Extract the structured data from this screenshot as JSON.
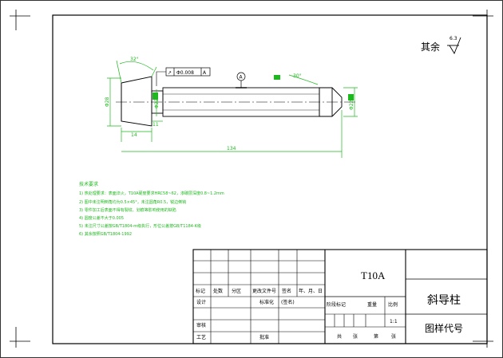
{
  "surface_finish": {
    "label": "其余",
    "value": "6.3"
  },
  "dimensions": {
    "angle_top": "32°",
    "angle_right": "30°",
    "dia_left": "Φ28",
    "dia_mid": "Φ22",
    "dia_right": "Φ22",
    "len_step_a": "14",
    "len_step_b": "11",
    "total_length": "134"
  },
  "tolerance_frame": {
    "symbol": "↗",
    "value": "Φ0.008",
    "datum": "A"
  },
  "datum_marker": "A",
  "tech_requirements": {
    "title": "技术要求",
    "items": [
      "1) 热处理要求：表面淬火，T10A硬度要求HRC58~62，渗碳层深度0.8~1.2mm",
      "2) 图中未注明倒角均为0.5×45°，未注圆角R0.5，锐边倒钝",
      "3) 零件加工后表面不得有裂纹、划痕等影响使用的缺陷",
      "4) 圆度公差不大于0.005",
      "5) 未注尺寸公差按GB/T1804-m级执行，形位公差按GB/T1184-K级",
      "6) 其余按照GB/T1804-1992"
    ]
  },
  "title_block": {
    "material": "T10A",
    "part_name": "斜导柱",
    "drawing_no": "图样代号",
    "headers": [
      "标记",
      "处数",
      "分区",
      "更改文件号",
      "签名",
      "年、月、日"
    ],
    "row_design": [
      "设计",
      "标准化",
      "(签名)"
    ],
    "stage_headers": [
      "阶段标记",
      "重量",
      "比例"
    ],
    "scale": "1:1",
    "review": "审核",
    "process": "工艺",
    "approve": "批准",
    "sheets": [
      "共",
      "张",
      "第",
      "张"
    ]
  }
}
